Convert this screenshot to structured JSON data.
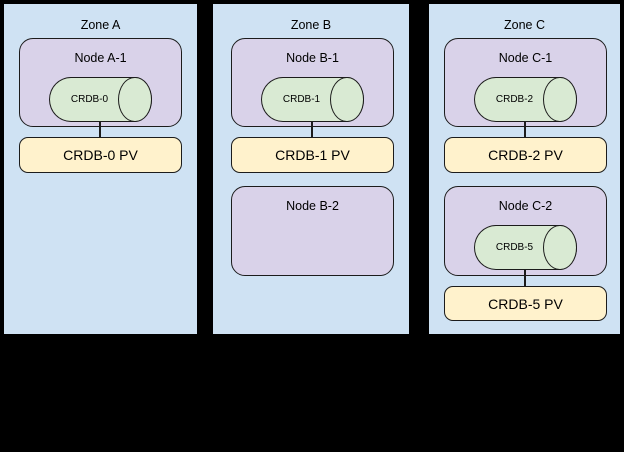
{
  "colors": {
    "background": "#000000",
    "zone_fill": "#cfe2f3",
    "node_fill": "#d9d2e9",
    "db_fill": "#d9ead3",
    "pv_fill": "#fff2cc",
    "border": "#000000",
    "border_soft": "#1c1c1c",
    "text": "#000000"
  },
  "zones": [
    {
      "label": "Zone A",
      "nodes": [
        {
          "label": "Node A-1",
          "db": "CRDB-0",
          "pv": "CRDB-0 PV"
        }
      ]
    },
    {
      "label": "Zone B",
      "nodes": [
        {
          "label": "Node B-1",
          "db": "CRDB-1",
          "pv": "CRDB-1 PV"
        },
        {
          "label": "Node B-2"
        }
      ]
    },
    {
      "label": "Zone C",
      "nodes": [
        {
          "label": "Node C-1",
          "db": "CRDB-2",
          "pv": "CRDB-2 PV"
        },
        {
          "label": "Node C-2",
          "db": "CRDB-5",
          "pv": "CRDB-5 PV"
        }
      ]
    }
  ]
}
